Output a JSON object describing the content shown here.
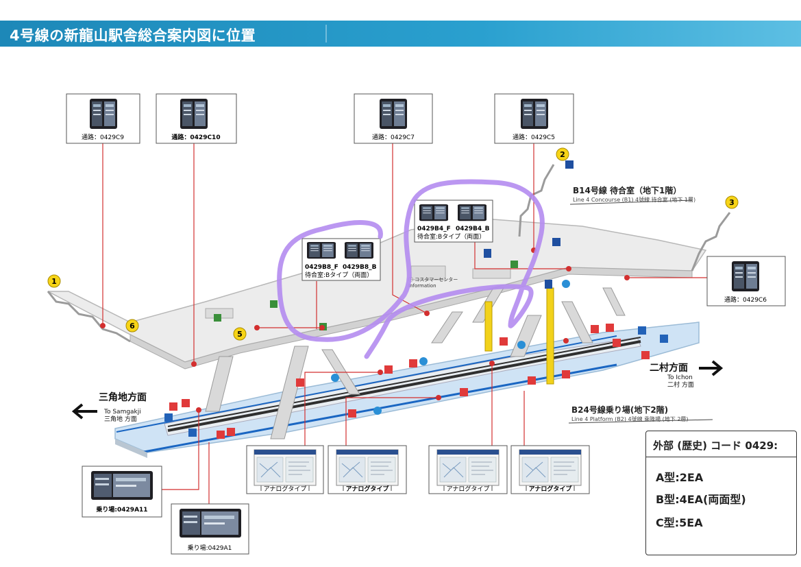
{
  "title": "4号線の新龍山駅舎総合案内図に位置",
  "screens": [
    {
      "id": "c9",
      "label": "通路：0429C9"
    },
    {
      "id": "c10",
      "label": "通路：0429C10"
    },
    {
      "id": "c7",
      "label": "通路：0429C7"
    },
    {
      "id": "c5",
      "label": "通路：0429C5"
    },
    {
      "id": "c6",
      "label": "通路：0429C6"
    },
    {
      "id": "a11",
      "label": "乗り場:0429A11"
    },
    {
      "id": "a1",
      "label": "乗り場:0429A1"
    }
  ],
  "waiting_screens": [
    {
      "id": "b8",
      "labels": [
        "0429B8_F",
        "0429B8_B"
      ],
      "caption": "待合室:Bタイプ（両面）"
    },
    {
      "id": "b4",
      "labels": [
        "0429B4_F",
        "0429B4_B"
      ],
      "caption": "待合室:Bタイプ（両面）"
    }
  ],
  "analog_panels": [
    "アナログタイプ",
    "アナログタイプ",
    "アナログタイプ",
    "アナログタイプ"
  ],
  "exits": [
    "1",
    "2",
    "3",
    "5",
    "6"
  ],
  "labels": {
    "waiting_room": "B14号線 待合室（地下1階）",
    "waiting_room_sub": "Line 4 Concourse (B1) 4號線 待合室 (地下 1層)",
    "platform": "B24号線乗り場(地下2階)",
    "platform_sub": "Line 4 Platform (B2) 4號線 乘降場 (地下 2層)",
    "dir_left_jp": "三角地方面",
    "dir_left_en": "To Samgakji",
    "dir_left_sub": "三角地 方面",
    "dir_right_jp": "二村方面",
    "dir_right_en": "To Ichon",
    "dir_right_sub": "二村 方面",
    "info": "ⓘ コスタマーセンター",
    "info_en": "Information"
  },
  "code_box": {
    "title": "外部 (歴史) コード 0429:",
    "lines": [
      "A型:2EA",
      "B型:4EA(両面型)",
      "C型:5EA"
    ]
  },
  "colors": {
    "title_bar": "#2196c4",
    "leader": "#d32f2f",
    "highlight": "#b48cf0",
    "platform": "#cfe3f5",
    "concourse": "#ebebeb",
    "elevator": "#f2d21b"
  }
}
